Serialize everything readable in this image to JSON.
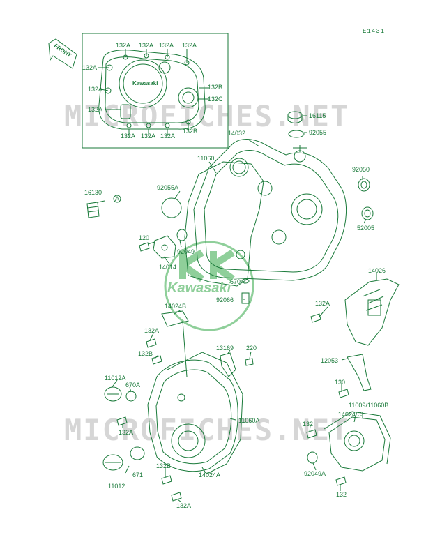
{
  "diagram_code": "E1431",
  "watermark": {
    "text_top": "MICROFICHES.NET",
    "text_bottom": "MICROFICHES.NET",
    "brand": "Kawasaki"
  },
  "front_arrow": "FRONT",
  "cover_brand": "Kawasaki",
  "colors": {
    "line": "#1a7a3a",
    "watermark": "#d6d6d6",
    "logo": "#8fcf9a"
  },
  "parts": {
    "p132A_1": "132A",
    "p132A_2": "132A",
    "p132A_3": "132A",
    "p132A_4": "132A",
    "p132A_5": "132A",
    "p132A_6": "132A",
    "p132A_7": "132A",
    "p132A_8": "132A",
    "p132A_9": "132A",
    "p132A_10": "132A",
    "p132B_1": "132B",
    "p132C": "132C",
    "p132B_2": "132B",
    "p16115": "16115",
    "p92055": "92055",
    "p14032": "14032",
    "p11060": "11060",
    "p92050": "92050",
    "p16130": "16130",
    "pA": "A",
    "p92055A": "92055A",
    "p52005": "52005",
    "p120": "120",
    "p92049": "92049",
    "p14014": "14014",
    "p670": "670",
    "p92066": "92066",
    "p14026": "14026",
    "p132A_11": "132A",
    "p14024B": "14024B",
    "p132A_12": "132A",
    "p13169": "13169",
    "p220": "220",
    "p132B_3": "132B",
    "p12053": "12053",
    "p11012A": "11012A",
    "p670A": "670A",
    "p130": "130",
    "p11009": "11009/11060B",
    "p14024C": "14024/C",
    "p11060A": "11060A",
    "p132A_13": "132A",
    "p132": "132",
    "p92049A": "92049A",
    "p132B_4": "132B",
    "p671": "671",
    "p14024A": "14024A",
    "p11012": "11012",
    "p132A_14": "132A",
    "p132_2": "132"
  }
}
